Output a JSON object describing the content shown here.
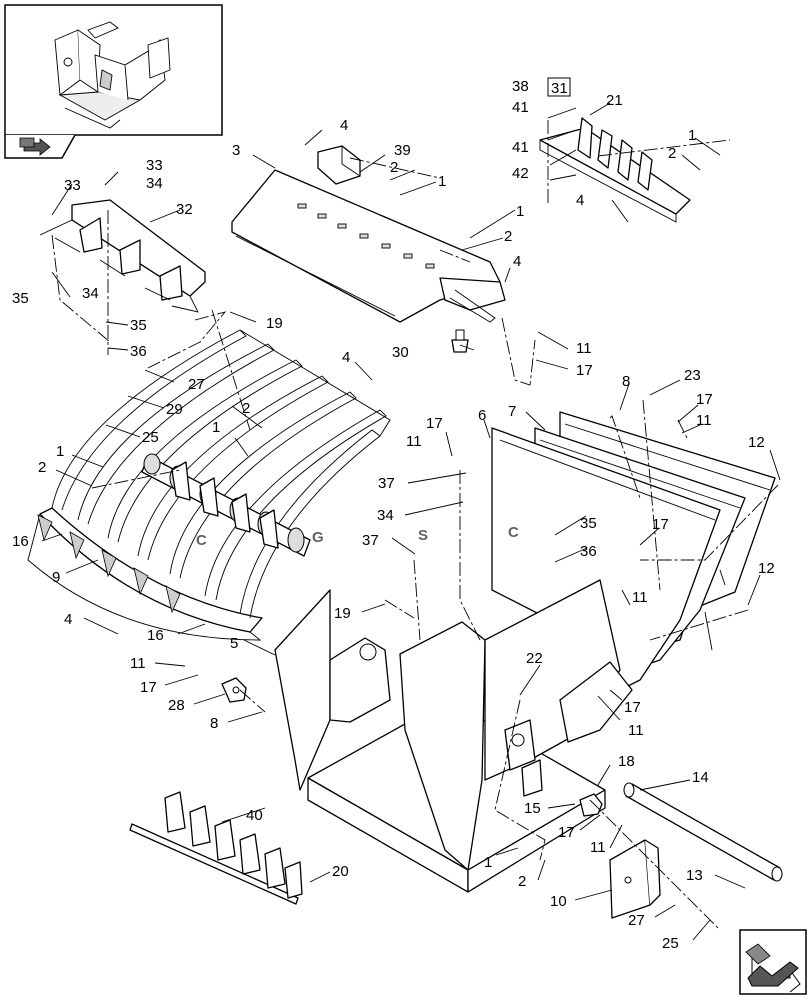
{
  "diagram": {
    "ref_box_label": "31",
    "callouts": [
      "1",
      "2",
      "3",
      "4",
      "5",
      "6",
      "7",
      "8",
      "9",
      "10",
      "11",
      "12",
      "13",
      "14",
      "15",
      "16",
      "17",
      "18",
      "19",
      "20",
      "21",
      "22",
      "23",
      "25",
      "27",
      "28",
      "29",
      "30",
      "32",
      "33",
      "34",
      "35",
      "36",
      "37",
      "38",
      "39",
      "40",
      "41",
      "42"
    ]
  },
  "watermark": {
    "letters": [
      "C",
      "G",
      "S",
      "C"
    ],
    "colors": [
      "#4f8ff0",
      "#ef5b5b",
      "#f4cd3c",
      "#3fae73"
    ]
  },
  "icons": {
    "thumbnail": "machine-overview-icon",
    "thumbnail_arrow": "direction-arrow-icon",
    "corner_arrow": "next-page-arrow-icon"
  }
}
